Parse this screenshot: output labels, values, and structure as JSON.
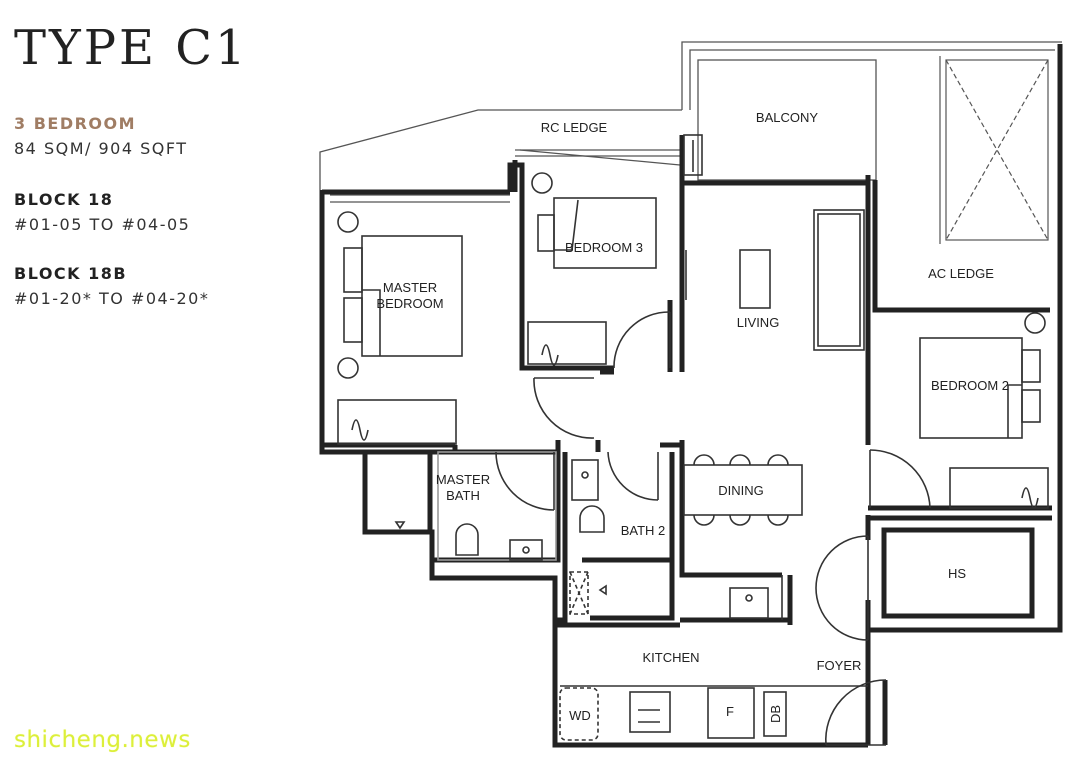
{
  "header": {
    "title": "TYPE C1",
    "bedrooms": "3 BEDROOM",
    "area": "84 SQM/ 904 SQFT",
    "block1_label": "BLOCK 18",
    "block1_units": "#01-05 TO #04-05",
    "block2_label": "BLOCK 18B",
    "block2_units": "#01-20* TO #04-20*"
  },
  "colors": {
    "accent": "#a07d64",
    "wall": "#222222",
    "watermark": "#dcef3a"
  },
  "rooms": {
    "rc_ledge": "RC LEDGE",
    "balcony": "BALCONY",
    "ac_ledge": "AC LEDGE",
    "bedroom3": "BEDROOM 3",
    "master_bedroom_1": "MASTER",
    "master_bedroom_2": "BEDROOM",
    "living": "LIVING",
    "bedroom2": "BEDROOM 2",
    "master_bath_1": "MASTER",
    "master_bath_2": "BATH",
    "dining": "DINING",
    "bath2": "BATH 2",
    "hs": "HS",
    "kitchen": "KITCHEN",
    "foyer": "FOYER",
    "wd": "WD",
    "fridge": "F",
    "db": "DB"
  },
  "watermark": "shicheng.news"
}
